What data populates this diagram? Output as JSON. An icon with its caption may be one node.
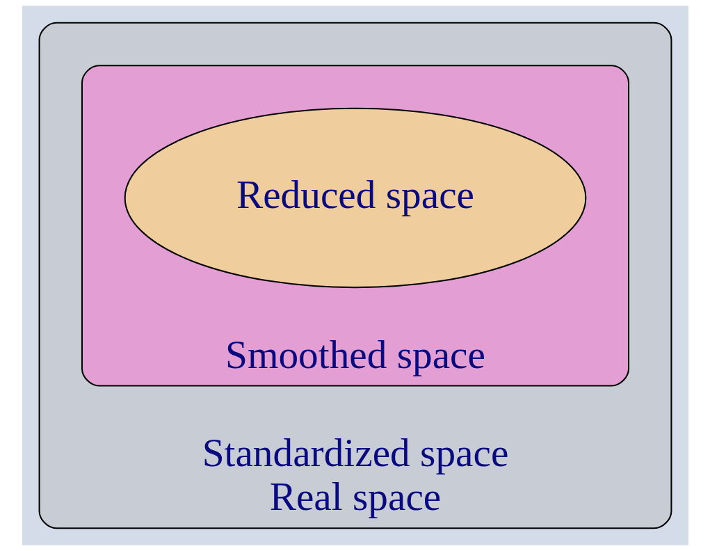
{
  "diagram": {
    "nodes": [
      {
        "text": [
          "Standardized space",
          "Real space"
        ]
      },
      {
        "text": [
          "Smoothed space"
        ],
        "in": 0
      },
      {
        "text": [
          "Reduced space"
        ],
        "in": 1
      }
    ]
  }
}
